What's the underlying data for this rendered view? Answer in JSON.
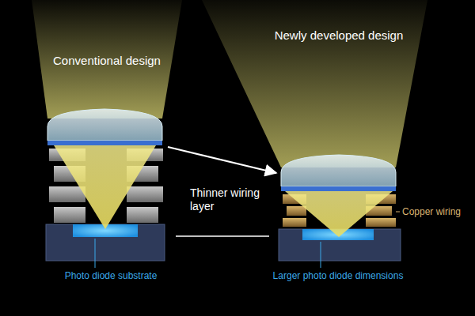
{
  "diagram": {
    "labels": [
      "Conventional design",
      "Newly developed design",
      "Thinner wiring layer",
      "Copper wiring",
      "Photo diode substrate",
      "Larger photo diode dimensions"
    ]
  }
}
